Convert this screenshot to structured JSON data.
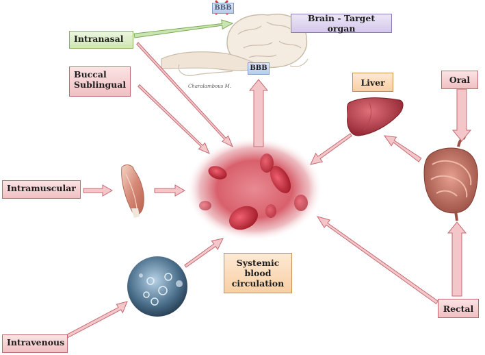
{
  "labels": {
    "intranasal": "Intranasal",
    "brain": "Brain - Target organ",
    "bbb": "BBB",
    "bbb_crossed": "BBB",
    "buccal": "Buccal\nSublingual",
    "liver": "Liver",
    "oral": "Oral",
    "intramuscular": "Intramuscular",
    "systemic": "Systemic\nblood\ncirculation",
    "rectal": "Rectal",
    "intravenous": "Intravenous"
  },
  "signature": "Charalambous M.",
  "colors": {
    "pink_box": "#f0c0c3",
    "green_box": "#cfe6b4",
    "purple_box": "#d4c8ec",
    "orange_box": "#f8cfa4",
    "arrow_pink": "#f3c6c9",
    "arrow_green": "#c9e6b0"
  },
  "illustrations": [
    "brain-illustration",
    "blood-cells-illustration",
    "muscle-illustration",
    "liver-illustration",
    "intestine-illustration",
    "vein-cells-illustration"
  ]
}
